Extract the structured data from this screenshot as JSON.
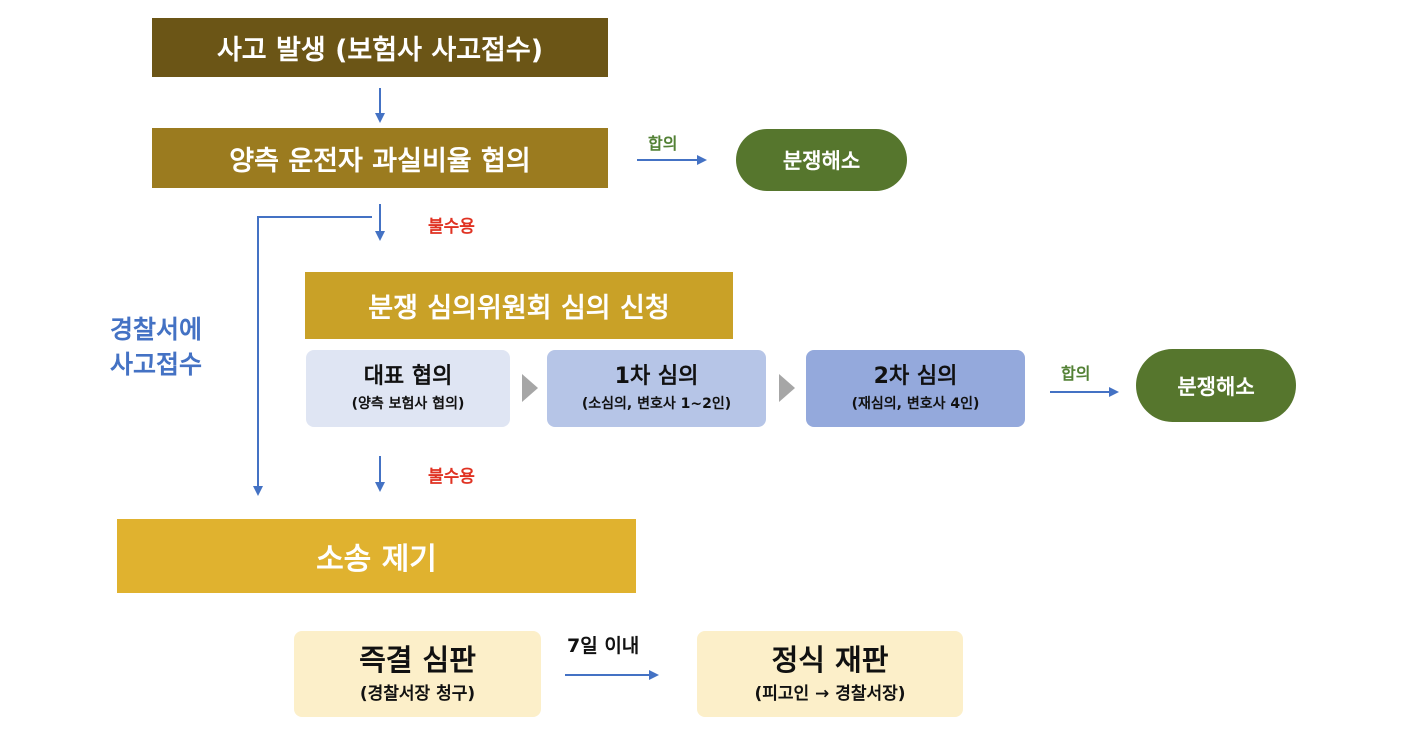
{
  "flow": {
    "accident": "사고 발생 (보험사 사고접수)",
    "negotiation": "양측 운전자 과실비율 협의",
    "agree_label_1": "합의",
    "resolved_1": "분쟁해소",
    "reject_label_1": "불수용",
    "police_report": "경찰서에\n사고접수",
    "committee": "분쟁 심의위원회 심의 신청",
    "stages": [
      {
        "title": "대표 협의",
        "sub": "(양측 보험사 협의)"
      },
      {
        "title": "1차 심의",
        "sub": "(소심의, 변호사 1~2인)"
      },
      {
        "title": "2차 심의",
        "sub": "(재심의, 변호사 4인)"
      }
    ],
    "agree_label_2": "합의",
    "resolved_2": "분쟁해소",
    "reject_label_2": "불수용",
    "lawsuit": "소송 제기",
    "summary_trial": {
      "title": "즉결 심판",
      "sub": "(경찰서장 청구)"
    },
    "within_days": "7일 이내",
    "formal_trial": {
      "title": "정식 재판",
      "sub": "(피고인 → 경찰서장)"
    }
  },
  "colors": {
    "accident": "#6b5516",
    "negotiation": "#9b7b1f",
    "committee": "#c9a127",
    "lawsuit": "#e0b22f",
    "resolved": "#56762d",
    "stage1": "#dfe5f3",
    "stage2": "#b6c5e7",
    "stage3": "#94a9dc",
    "court": "#fcefc9",
    "arrow": "#4472c4",
    "agree_text": "#538135",
    "reject_text": "#e03222",
    "police_text": "#4472c4"
  },
  "icons": [
    "arrow-down-icon",
    "arrow-right-icon",
    "triangle-right-icon"
  ]
}
